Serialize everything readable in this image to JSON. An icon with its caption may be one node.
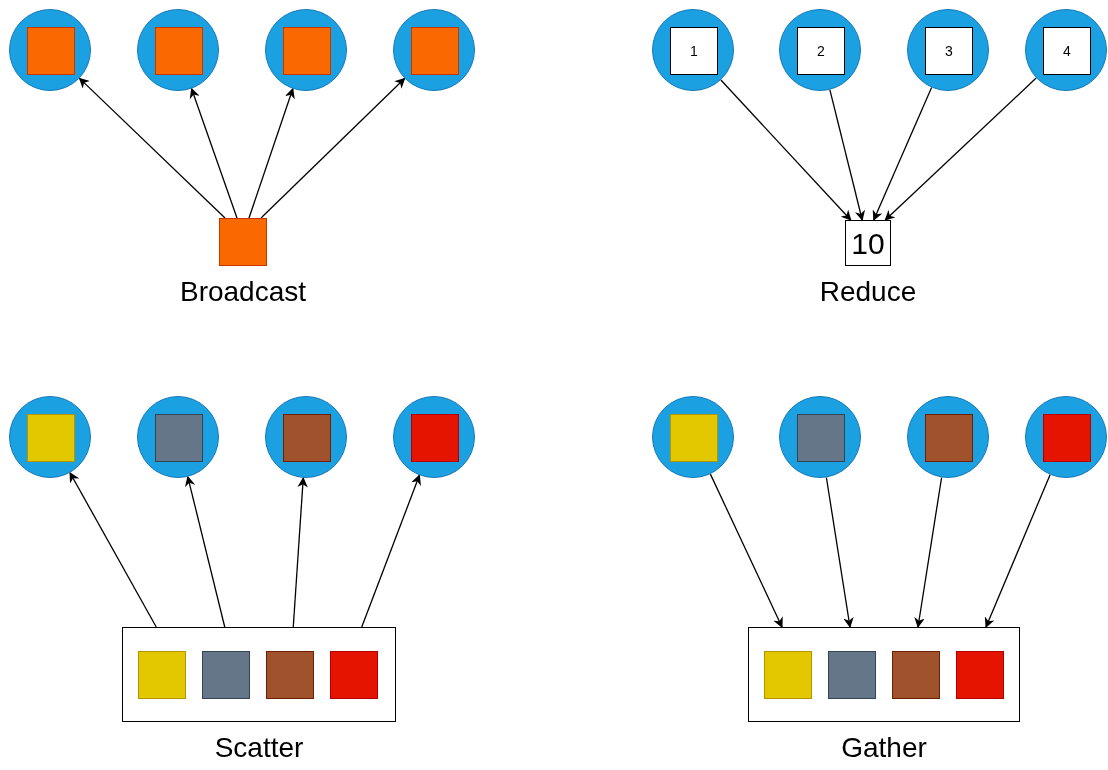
{
  "diagram": {
    "nodes": [
      {
        "text": [],
        "shape": "circle"
      },
      {
        "text": [],
        "shape": "box",
        "in": 0
      },
      {
        "text": [],
        "shape": "circle"
      },
      {
        "text": [],
        "shape": "box",
        "in": 2
      },
      {
        "text": [],
        "shape": "circle"
      },
      {
        "text": [],
        "shape": "box",
        "in": 4
      },
      {
        "text": [],
        "shape": "circle"
      },
      {
        "text": [],
        "shape": "box",
        "in": 6
      },
      {
        "text": [],
        "shape": "box",
        "beside": [
          "Broadcast"
        ]
      },
      {
        "text": [],
        "shape": "circle"
      },
      {
        "text": [
          "1"
        ],
        "in": 9
      },
      {
        "text": [],
        "shape": "circle"
      },
      {
        "text": [
          "2"
        ],
        "in": 11
      },
      {
        "text": [],
        "shape": "circle"
      },
      {
        "text": [
          "3"
        ],
        "in": 13
      },
      {
        "text": [],
        "shape": "circle"
      },
      {
        "text": [
          "4"
        ],
        "in": 15
      },
      {
        "text": [
          "10"
        ],
        "beside": [
          "Reduce"
        ]
      },
      {
        "text": [],
        "shape": "circle"
      },
      {
        "text": [],
        "shape": "box",
        "in": 18
      },
      {
        "text": [],
        "shape": "circle"
      },
      {
        "text": [],
        "shape": "box",
        "in": 20
      },
      {
        "text": [],
        "shape": "circle"
      },
      {
        "text": [],
        "shape": "box",
        "in": 22
      },
      {
        "text": [],
        "shape": "circle"
      },
      {
        "text": [],
        "shape": "box",
        "in": 24
      },
      {
        "text": [],
        "shape": "box",
        "beside": [
          "Scatter"
        ]
      },
      {
        "text": [],
        "shape": "box",
        "in": 26
      },
      {
        "text": [],
        "shape": "box",
        "in": 26
      },
      {
        "text": [],
        "shape": "box",
        "in": 26
      },
      {
        "text": [],
        "shape": "box",
        "in": 26
      },
      {
        "text": [],
        "shape": "circle"
      },
      {
        "text": [],
        "shape": "box",
        "in": 31
      },
      {
        "text": [],
        "shape": "circle"
      },
      {
        "text": [],
        "shape": "box",
        "in": 33
      },
      {
        "text": [],
        "shape": "circle"
      },
      {
        "text": [],
        "shape": "box",
        "in": 35
      },
      {
        "text": [],
        "shape": "circle"
      },
      {
        "text": [],
        "shape": "box",
        "in": 37
      },
      {
        "text": [],
        "shape": "box",
        "beside": [
          "Gather"
        ]
      },
      {
        "text": [],
        "shape": "box",
        "in": 39
      },
      {
        "text": [],
        "shape": "box",
        "in": 39
      },
      {
        "text": [],
        "shape": "box",
        "in": 39
      },
      {
        "text": [],
        "shape": "box",
        "in": 39
      }
    ],
    "edges": [
      {
        "from": 8,
        "to": 0,
        "arrow": "to"
      },
      {
        "from": 8,
        "to": 2,
        "arrow": "to"
      },
      {
        "from": 8,
        "to": 4,
        "arrow": "to"
      },
      {
        "from": 8,
        "to": 6,
        "arrow": "to"
      },
      {
        "from": 9,
        "to": 17,
        "arrow": "to"
      },
      {
        "from": 11,
        "to": 17,
        "arrow": "to"
      },
      {
        "from": 13,
        "to": 17,
        "arrow": "to"
      },
      {
        "from": 15,
        "to": 17,
        "arrow": "to"
      },
      {
        "from": 26,
        "to": 18,
        "arrow": "to"
      },
      {
        "from": 26,
        "to": 20,
        "arrow": "to"
      },
      {
        "from": 26,
        "to": 22,
        "arrow": "to"
      },
      {
        "from": 26,
        "to": 24,
        "arrow": "to"
      },
      {
        "from": 31,
        "to": 39,
        "arrow": "to"
      },
      {
        "from": 33,
        "to": 39,
        "arrow": "to"
      },
      {
        "from": 35,
        "to": 39,
        "arrow": "to"
      },
      {
        "from": 37,
        "to": 39,
        "arrow": "to"
      }
    ]
  }
}
